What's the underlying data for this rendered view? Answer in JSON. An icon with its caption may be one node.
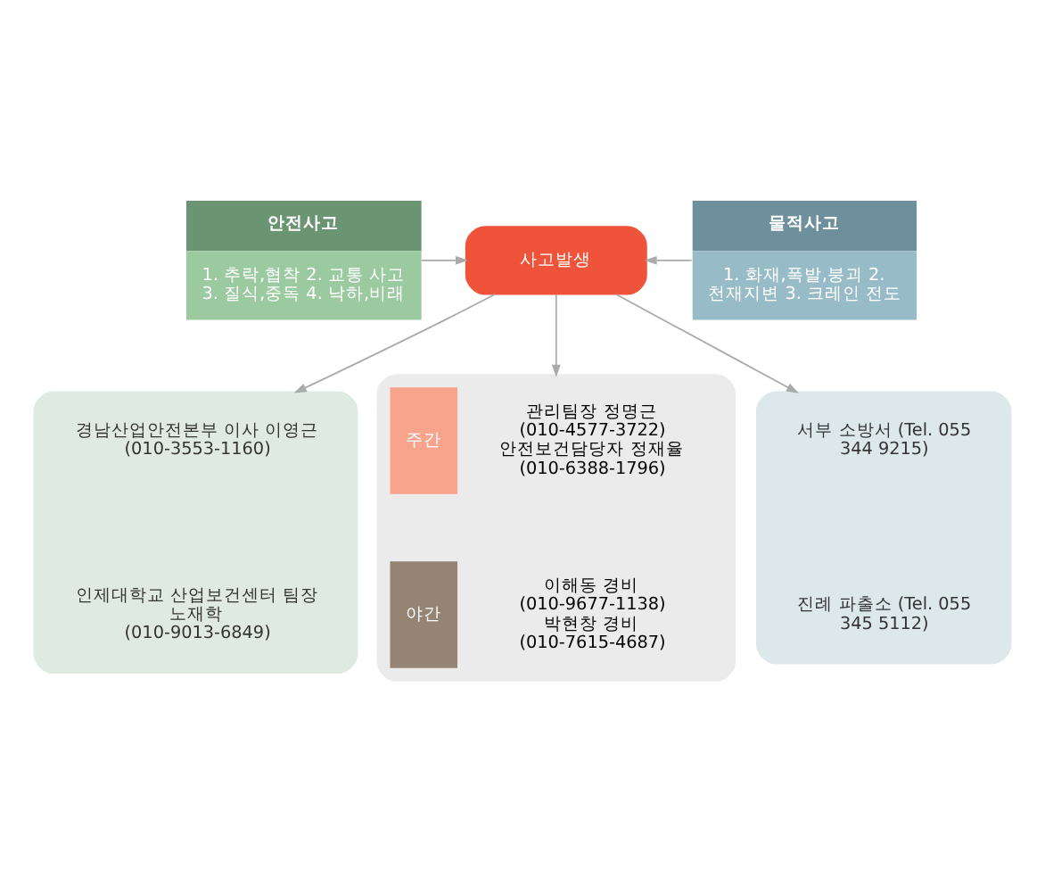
{
  "diagram": {
    "nodes": [
      {
        "text": [
          "안전사고",
          "1. 추락,협착 2. 교통 사고 3. 질식,중독 4. 낙하,비래"
        ]
      },
      {
        "text": [
          "사고발생"
        ]
      },
      {
        "text": [
          "물적사고",
          "1. 화재,폭발,붕괴 2. 천재지변 3. 크레인 전도"
        ]
      },
      {
        "text": [],
        "shape": "box"
      },
      {
        "text": [
          "경남산업안전본부 이사 이영근 (010-3553-1160)"
        ],
        "in": 3
      },
      {
        "text": [
          "인제대학교 산업보건센터 팀장 노재학 (010-9013-6849)"
        ],
        "in": 3
      },
      {
        "text": [],
        "shape": "box"
      },
      {
        "text": [
          "주간",
          "관리팀장 정명근 (010-4577-3722) 안전보건담당자 정재율 (010-6388-1796)"
        ],
        "in": 6
      },
      {
        "text": [
          "야간",
          "이해동 경비 (010-9677-1138) 박현창 경비 (010-7615-4687)"
        ],
        "in": 6
      },
      {
        "text": [],
        "shape": "box"
      },
      {
        "text": [
          "서부 소방서 (Tel. 055 344 9215)"
        ],
        "in": 9
      },
      {
        "text": [
          "진례 파출소 (Tel. 055 345 5112)"
        ],
        "in": 9
      }
    ],
    "edges": [
      {
        "from": 0,
        "to": 1,
        "arrow": "to"
      },
      {
        "from": 2,
        "to": 1,
        "arrow": "to"
      },
      {
        "from": 1,
        "to": 3,
        "arrow": "to"
      },
      {
        "from": 1,
        "to": 6,
        "arrow": "to"
      },
      {
        "from": 1,
        "to": 9,
        "arrow": "to"
      }
    ]
  }
}
